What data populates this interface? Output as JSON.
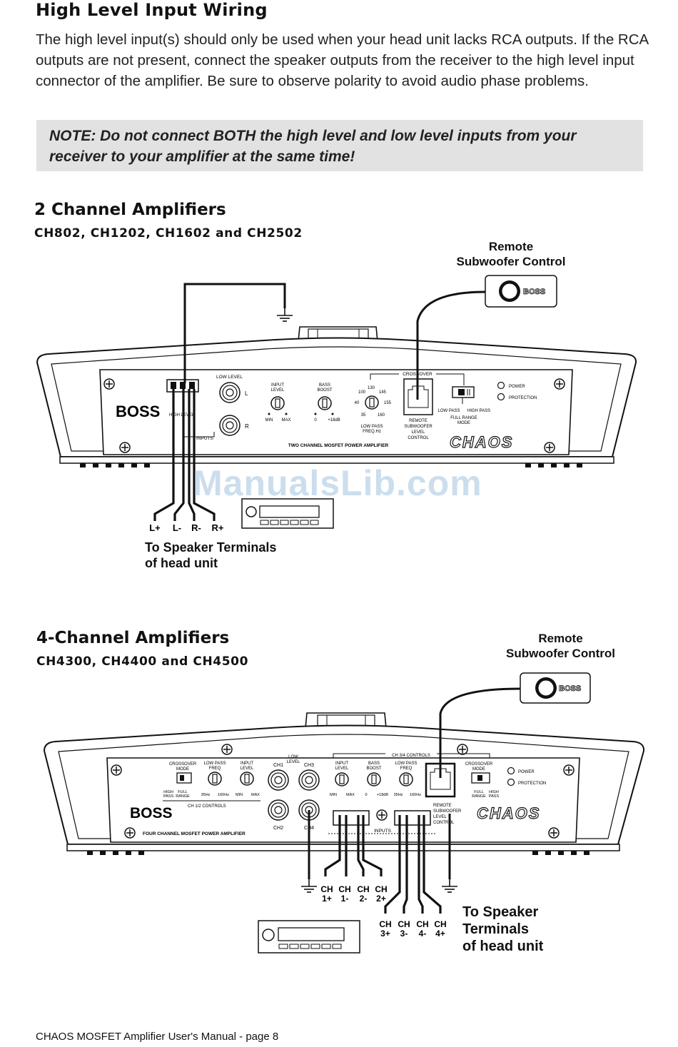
{
  "section_title": "High Level Input Wiring",
  "intro": "The high level input(s) should only be used when your head unit lacks RCA outputs. If the RCA outputs are not present, connect the speaker outputs from the receiver to the high level input connector of the amplifier. Be sure to observe polarity to avoid audio phase problems.",
  "note": "NOTE: Do not connect BOTH the high level and low level inputs from your receiver to your amplifier at the same time!",
  "two_channel": {
    "heading": "2 Channel Amplifiers",
    "models": "CH802, CH1202, CH1602 and CH2502",
    "remote_label_1": "Remote",
    "remote_label_2": "Subwoofer Control",
    "speaker_label_1": "To Speaker Terminals",
    "speaker_label_2": "of head unit",
    "wire_labels": [
      "L+",
      "L-",
      "R-",
      "R+"
    ],
    "panel": {
      "brand": "BOSS",
      "model_logo": "CHAOS",
      "panel_title": "TWO CHANNEL MOSFET POWER AMPLIFIER",
      "high_level": "HIGH LEVEL",
      "inputs": "INPUTS",
      "low_level": "LOW LEVEL",
      "l": "L",
      "r": "R",
      "input_level": [
        "INPUT",
        "LEVEL"
      ],
      "min": "MIN",
      "max": "MAX",
      "bass_boost": [
        "BASS",
        "BOOST"
      ],
      "zero": "0",
      "plus18": "+18dB",
      "crossover": "CROSSOVER",
      "freq_ticks": [
        "130",
        "100",
        "145",
        "40",
        "155",
        "35",
        "160"
      ],
      "low_pass_freq": [
        "LOW PASS",
        "FREQ.Hz"
      ],
      "remote_sub": [
        "REMOTE",
        "SUBWOOFER",
        "LEVEL",
        "CONTROL"
      ],
      "low_pass": "LOW PASS",
      "high_pass": "HIGH PASS",
      "full_range": [
        "FULL RANGE",
        "MODE"
      ],
      "power": "POWER",
      "protection": "PROTECTION"
    }
  },
  "four_channel": {
    "heading": "4-Channel Amplifiers",
    "models": "CH4300, CH4400 and CH4500",
    "remote_label_1": "Remote",
    "remote_label_2": "Subwoofer Control",
    "speaker_label_1": "To Speaker",
    "speaker_label_2": "Terminals",
    "speaker_label_3": "of head unit",
    "wire_labels_top": [
      [
        "CH",
        "1+"
      ],
      [
        "CH",
        "1-"
      ],
      [
        "CH",
        "2-"
      ],
      [
        "CH",
        "2+"
      ]
    ],
    "wire_labels_bottom": [
      [
        "CH",
        "3+"
      ],
      [
        "CH",
        "3-"
      ],
      [
        "CH",
        "4-"
      ],
      [
        "CH",
        "4+"
      ]
    ],
    "panel": {
      "brand": "BOSS",
      "model_logo": "CHAOS",
      "panel_title": "FOUR CHANNEL MOSFET POWER AMPLIFIER",
      "crossover_mode": [
        "CROSSOVER",
        "MODE"
      ],
      "high_pass": [
        "HIGH",
        "PASS"
      ],
      "full_range": [
        "FULL",
        "RANGE"
      ],
      "low_pass_freq": [
        "LOW PASS",
        "FREQ"
      ],
      "hz35": "35Hz",
      "hz160": "160Hz",
      "input_level": [
        "INPUT",
        "LEVEL"
      ],
      "min": "MIN",
      "max": "MAX",
      "ch12_controls": "CH 1/2 CONTROLS",
      "ch34_controls": "CH 3/4 CONTROLS",
      "low_level": [
        "LOW",
        "LEVEL"
      ],
      "ch1": "CH1",
      "ch2": "CH2",
      "ch3": "CH3",
      "ch4": "CH4",
      "bass_boost": [
        "BASS",
        "BOOST"
      ],
      "zero": "0",
      "plus18": "+18dB",
      "inputs": "INPUTS",
      "remote_sub": [
        "REMOTE",
        "SUBWOOFER",
        "LEVEL",
        "CONTROL"
      ],
      "power": "POWER",
      "protection": "PROTECTION"
    }
  },
  "watermark": "ManualsLib.com",
  "footer": "CHAOS MOSFET Amplifier User's Manual - page  8"
}
